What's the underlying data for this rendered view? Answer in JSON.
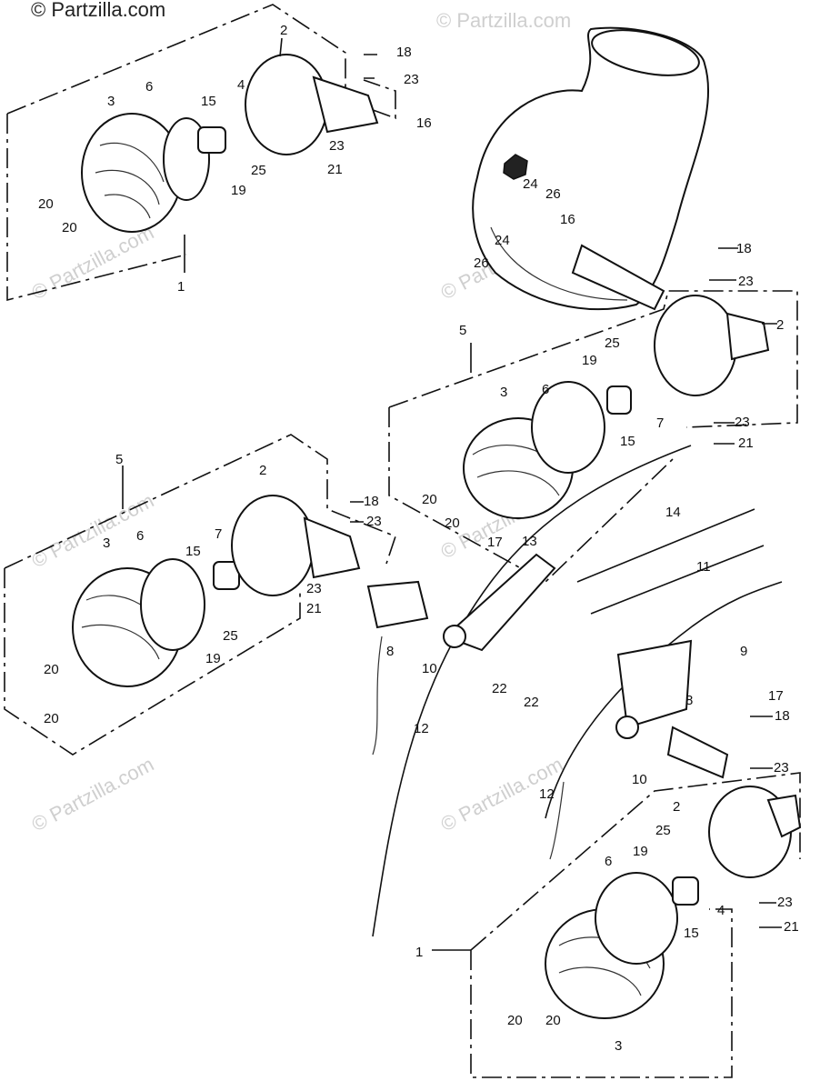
{
  "copyright": "© Partzilla.com",
  "watermark": "© Partzilla.com",
  "callouts": {
    "c1a": "1",
    "c1b": "1",
    "c2a": "2",
    "c2b": "2",
    "c2c": "2",
    "c2d": "2",
    "c3a": "3",
    "c3b": "3",
    "c3c": "3",
    "c3d": "3",
    "c4a": "4",
    "c4b": "4",
    "c5a": "5",
    "c5b": "5",
    "c6a": "6",
    "c6b": "6",
    "c6c": "6",
    "c6d": "6",
    "c7a": "7",
    "c7b": "7",
    "c8a": "8",
    "c8b": "8",
    "c9": "9",
    "c10a": "10",
    "c10b": "10",
    "c11": "11",
    "c12a": "12",
    "c12b": "12",
    "c13": "13",
    "c14": "14",
    "c15a": "15",
    "c15b": "15",
    "c15c": "15",
    "c15d": "15",
    "c16a": "16",
    "c16b": "16",
    "c17a": "17",
    "c17b": "17",
    "c18a": "18",
    "c18b": "18",
    "c18c": "18",
    "c18d": "18",
    "c19a": "19",
    "c19b": "19",
    "c19c": "19",
    "c19d": "19",
    "c20a": "20",
    "c20b": "20",
    "c20c": "20",
    "c20d": "20",
    "c20e": "20",
    "c20f": "20",
    "c20g": "20",
    "c20h": "20",
    "c21a": "21",
    "c21b": "21",
    "c21c": "21",
    "c21d": "21",
    "c22a": "22",
    "c22b": "22",
    "c23a": "23",
    "c23b": "23",
    "c23c": "23",
    "c23d": "23",
    "c23e": "23",
    "c23f": "23",
    "c23g": "23",
    "c23h": "23",
    "c24a": "24",
    "c24b": "24",
    "c25a": "25",
    "c25b": "25",
    "c25c": "25",
    "c25d": "25",
    "c26a": "26",
    "c26b": "26"
  }
}
